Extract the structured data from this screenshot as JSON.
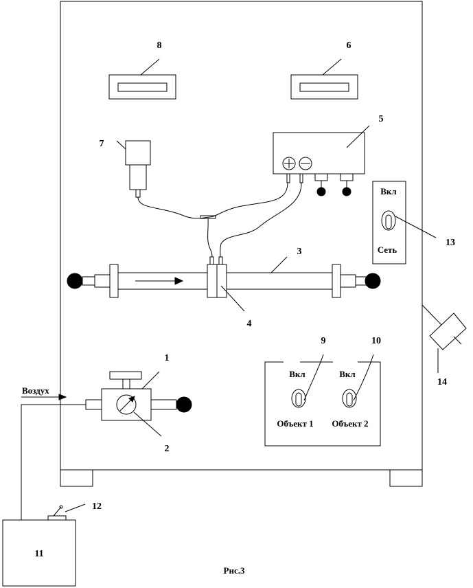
{
  "labels": {
    "n1": "1",
    "n2": "2",
    "n3": "3",
    "n4": "4",
    "n5": "5",
    "n6": "6",
    "n7": "7",
    "n8": "8",
    "n9": "9",
    "n10": "10",
    "n11": "11",
    "n12": "12",
    "n13": "13",
    "n14": "14",
    "air": "Воздух",
    "on_main": "Вкл",
    "network": "Сеть",
    "on_obj1": "Вкл",
    "on_obj2": "Вкл",
    "object1": "Объект 1",
    "object2": "Объект 2",
    "caption": "Рис.3"
  }
}
